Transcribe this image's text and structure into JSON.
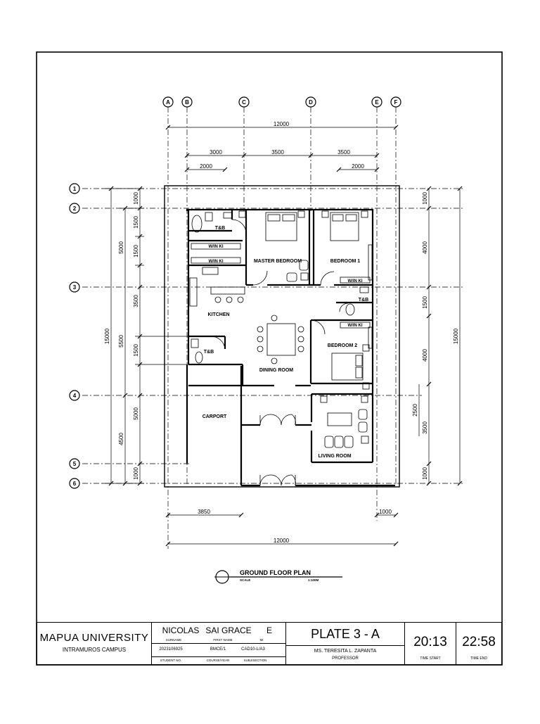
{
  "plan": {
    "grid_cols": [
      "A",
      "B",
      "C",
      "D",
      "E",
      "F"
    ],
    "grid_rows": [
      "1",
      "2",
      "3",
      "4",
      "5",
      "6"
    ],
    "dims_top": {
      "total": "12000",
      "seg1": "3000",
      "seg2": "3500",
      "seg3": "3500",
      "left_inner": "2000",
      "right_inner": "2000"
    },
    "dims_bottom": {
      "total": "12000",
      "left": "3850",
      "right": "1000"
    },
    "dims_left": {
      "total": "15000",
      "a1": "1000",
      "a2": "1500",
      "a3": "1500",
      "a4": "3500",
      "a5": "1500",
      "a6": "5000",
      "a7": "1000",
      "b1": "5000",
      "b2": "5500",
      "b3": "4500"
    },
    "dims_right": {
      "total": "15000",
      "r1": "1000",
      "r2": "4000",
      "r3": "1500",
      "r4": "4000",
      "r5": "3500",
      "r6": "1000",
      "r7": "2500"
    },
    "rooms": {
      "tb1": "T&B",
      "master": "MASTER BEDROOM",
      "bedroom1": "BEDROOM 1",
      "tb2": "T&B",
      "kitchen": "KITCHEN",
      "tb3": "T&B",
      "bedroom2": "BEDROOM 2",
      "dining": "DINING ROOM",
      "carport": "CARPORT",
      "living": "LIVING ROOM",
      "wik1": "W/IN KI",
      "wik2": "W/IN KI",
      "wik3": "W/IN KI",
      "wik4": "W/IN KI"
    },
    "title": "GROUND FLOOR PLAN",
    "scale_label": "SCALE",
    "scale_value": "1:100M"
  },
  "title_block": {
    "university": "MAPUA UNIVERSITY",
    "campus": "INTRAMUROS CAMPUS",
    "surname": "NICOLAS",
    "first_name": "SAI GRACE",
    "mi": "E",
    "surname_label": "SURNAME",
    "first_name_label": "FIRST NAME",
    "mi_label": "MI",
    "student_no": "2023106925",
    "course_year": "BMCE/1",
    "subsection": "CAD10-L/A3",
    "student_no_label": "STUDENT NO.",
    "course_year_label": "COURSE/YEAR",
    "subsection_label": "SUBJ/SECTION",
    "plate": "PLATE 3 - A",
    "professor": "MS. TERESITA L. ZAPANTA",
    "professor_label": "PROFESSOR",
    "time_start": "20:13",
    "time_start_label": "TIME START",
    "time_end": "22:58",
    "time_end_label": "TIME END"
  }
}
